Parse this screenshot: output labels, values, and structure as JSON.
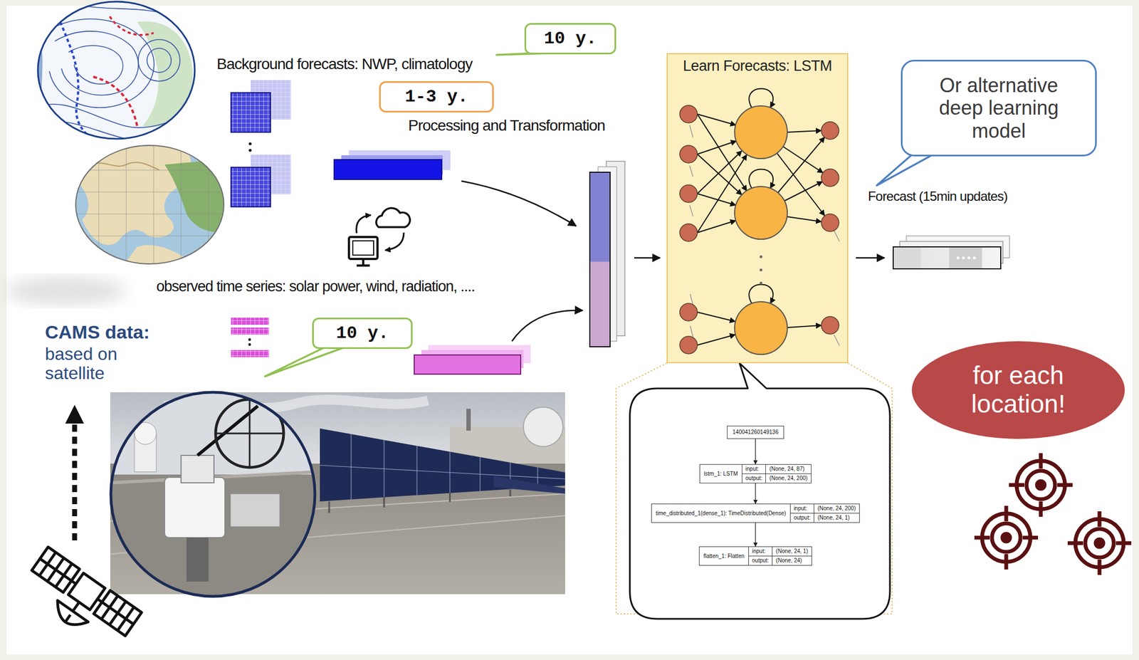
{
  "diagram": {
    "nodes": [
      {
        "text": [
          "10 y."
        ]
      },
      {
        "text": [
          "1-3 y."
        ]
      },
      {
        "text": [
          "Learn Forecasts: LSTM"
        ]
      },
      {
        "text": [
          "Or alternative deep learning model"
        ]
      },
      {
        "text": [
          "10 y."
        ]
      },
      {
        "text": [
          "for each location!"
        ]
      },
      {
        "text": [
          "140041260149136"
        ]
      },
      {
        "text": [
          "lstm_1: LSTM",
          "input:",
          "(None, 24, 87)",
          "output:",
          "(None, 24, 200)"
        ]
      },
      {
        "text": [
          "time_distributed_1(dense_1): TimeDistributed(Dense)",
          "input:",
          "(None, 24, 200)",
          "output:",
          "(None, 24, 1)"
        ]
      },
      {
        "text": [
          "flatten_1: Flatten",
          "input:",
          "(None, 24, 1)",
          "output:",
          "(None, 24)"
        ]
      }
    ],
    "edges": [
      {
        "from": 6,
        "to": 7,
        "arrow": "to"
      },
      {
        "from": 7,
        "to": 8,
        "arrow": "to"
      },
      {
        "from": 8,
        "to": 9,
        "arrow": "to"
      }
    ],
    "labels": [
      "Background forecasts: NWP, climatology",
      "Processing and Transformation",
      "observed time series: solar power, wind, radiation, ....",
      "CAMS data:",
      "based on satellite",
      "Forecast (15min updates)"
    ]
  }
}
